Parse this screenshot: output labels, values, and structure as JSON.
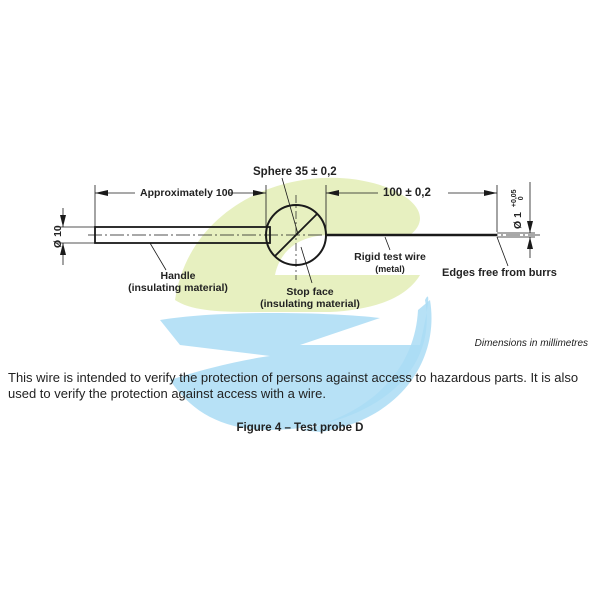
{
  "figure": {
    "title": "Figure 4 – Test probe D",
    "units_note": "Dimensions in millimetres",
    "description": "This wire is intended to verify the protection of persons against access to hazardous parts. It is also used to verify the protection against access with a wire."
  },
  "diagram": {
    "labels": {
      "handle_length": "Approximately 100",
      "sphere": "Sphere 35 ± 0,2",
      "wire_length": "100 ± 0,2",
      "handle_diameter": "Ø 10",
      "wire_diameter": "Ø 1",
      "wire_tol_upper": "+0,05",
      "wire_tol_lower": "0",
      "handle_name": "Handle",
      "handle_material": "(insulating material)",
      "stop_face_name": "Stop face",
      "stop_face_material": "(insulating material)",
      "wire_name": "Rigid test wire",
      "wire_material": "(metal)",
      "edges_note": "Edges free from burrs"
    },
    "colors": {
      "line": "#1a1a1a",
      "watermark_green": "#e3edb5",
      "watermark_blue": "#aadcf4"
    }
  }
}
